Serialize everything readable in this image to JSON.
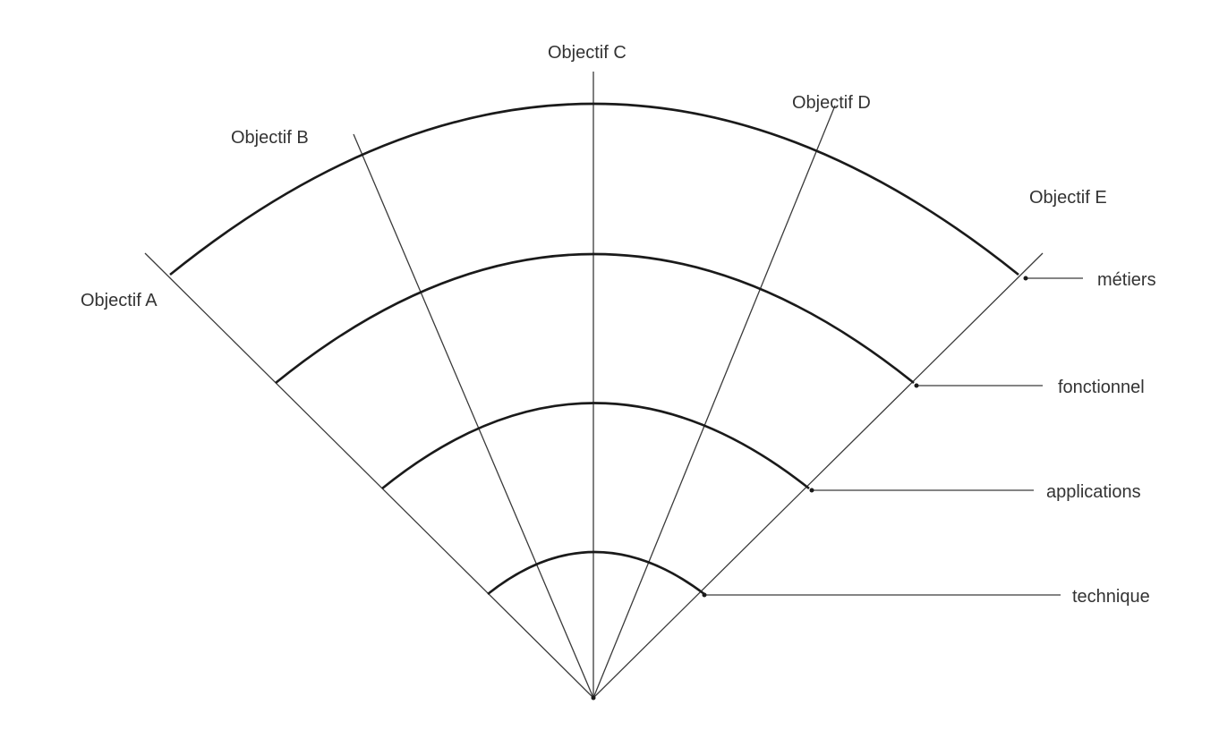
{
  "objectives": [
    {
      "id": "A",
      "label": "Objectif A"
    },
    {
      "id": "B",
      "label": "Objectif B"
    },
    {
      "id": "C",
      "label": "Objectif C"
    },
    {
      "id": "D",
      "label": "Objectif D"
    },
    {
      "id": "E",
      "label": "Objectif E"
    }
  ],
  "layers": [
    {
      "id": "metiers",
      "label": "métiers"
    },
    {
      "id": "fonctionnel",
      "label": "fonctionnel"
    },
    {
      "id": "applications",
      "label": "applications"
    },
    {
      "id": "technique",
      "label": "technique"
    }
  ],
  "colors": {
    "line": "#3a3a3a",
    "arc": "#1a1a1a",
    "text": "#333333"
  }
}
